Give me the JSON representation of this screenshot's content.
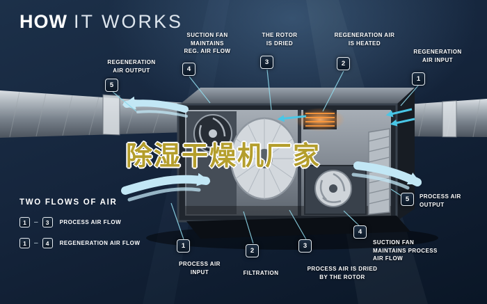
{
  "title": {
    "primary": "HOW",
    "secondary": "IT WORKS"
  },
  "watermark": "除湿干燥机厂家",
  "callouts": [
    {
      "num": "5",
      "label": "REGENERATION\nAIR OUTPUT"
    },
    {
      "num": "4",
      "label": "SUCTION FAN\nMAINTAINS\nREG. AIR FLOW"
    },
    {
      "num": "3",
      "label": "THE ROTOR\nIS DRIED"
    },
    {
      "num": "2",
      "label": "REGENERATION AIR\nIS HEATED"
    },
    {
      "num": "1",
      "label": "REGENERATION\nAIR INPUT"
    },
    {
      "num": "5",
      "label": "PROCESS AIR\nOUTPUT"
    },
    {
      "num": "4",
      "label": "SUCTION FAN\nMAINTAINS PROCESS\nAIR FLOW"
    },
    {
      "num": "3",
      "label": "PROCESS AIR IS DRIED\nBY THE ROTOR"
    },
    {
      "num": "2",
      "label": "FILTRATION"
    },
    {
      "num": "1",
      "label": "PROCESS AIR\nINPUT"
    }
  ],
  "legend": {
    "heading": "TWO FLOWS OF AIR",
    "rows": [
      {
        "from": "1",
        "sep": "–",
        "to": "3",
        "label": "PROCESS AIR FLOW"
      },
      {
        "from": "1",
        "sep": "–",
        "to": "4",
        "label": "REGENERATION AIR FLOW"
      }
    ]
  },
  "colors": {
    "flow_blue": "#c2e7f5",
    "cyan_accent": "#49c6e6",
    "heater_orange": "#ff9a3c",
    "watermark_yellow": "#b49e2c",
    "background_navy": "#15253c",
    "badge_border": "#e6ecf1"
  }
}
